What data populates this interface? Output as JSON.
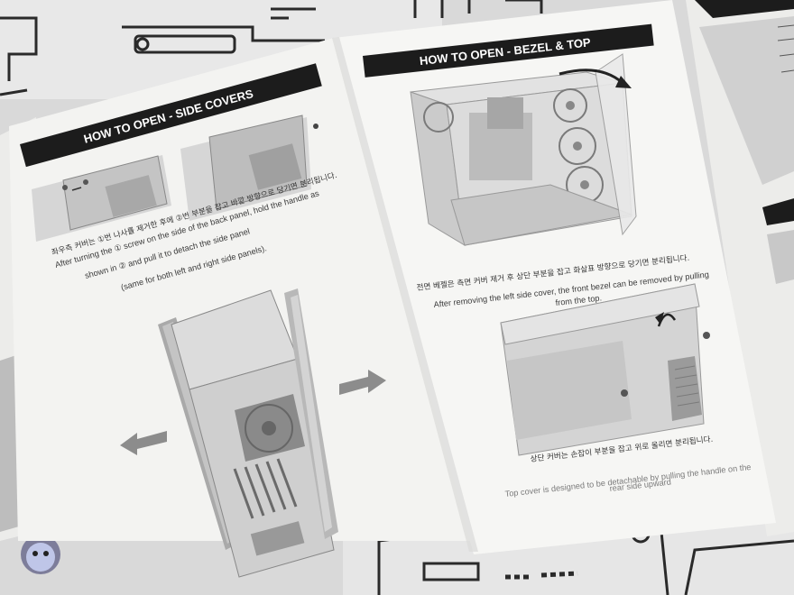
{
  "colors": {
    "paper": "#f3f3f1",
    "banner": "#1c1c1c",
    "mat": "#dcdcdc",
    "arrow": "#8c8c8c"
  },
  "left_page": {
    "banner": "HOW TO OPEN - SIDE COVERS",
    "caption_ko": "좌우측 커버는 ①번 나사를 제거한 후에 ②번 부분을 잡고 바깥 방향으로 당기면 분리됩니다.",
    "caption_en_1": "After turning the ① screw on the side of the back panel, hold the handle as",
    "caption_en_2": "shown in ② and pull it to detach the side panel",
    "caption_en_3": "(same for both left and right side panels)."
  },
  "right_page": {
    "banner": "HOW TO OPEN - BEZEL & TOP",
    "caption1_ko": "전면 베젤은 측면 커버 제거 후 상단 부분을 잡고 화살표 방향으로 당기면 분리됩니다.",
    "caption1_en_1": "After removing the left side cover, the front bezel can be removed by pulling",
    "caption1_en_2": "from the top.",
    "caption2_ko": "상단 커버는 손잡이 부분을 잡고 위로 올리면 분리됩니다.",
    "caption2_en_1": "Top cover is designed to be detachable by pulling the handle on the",
    "caption2_en_2": "rear side upward"
  }
}
